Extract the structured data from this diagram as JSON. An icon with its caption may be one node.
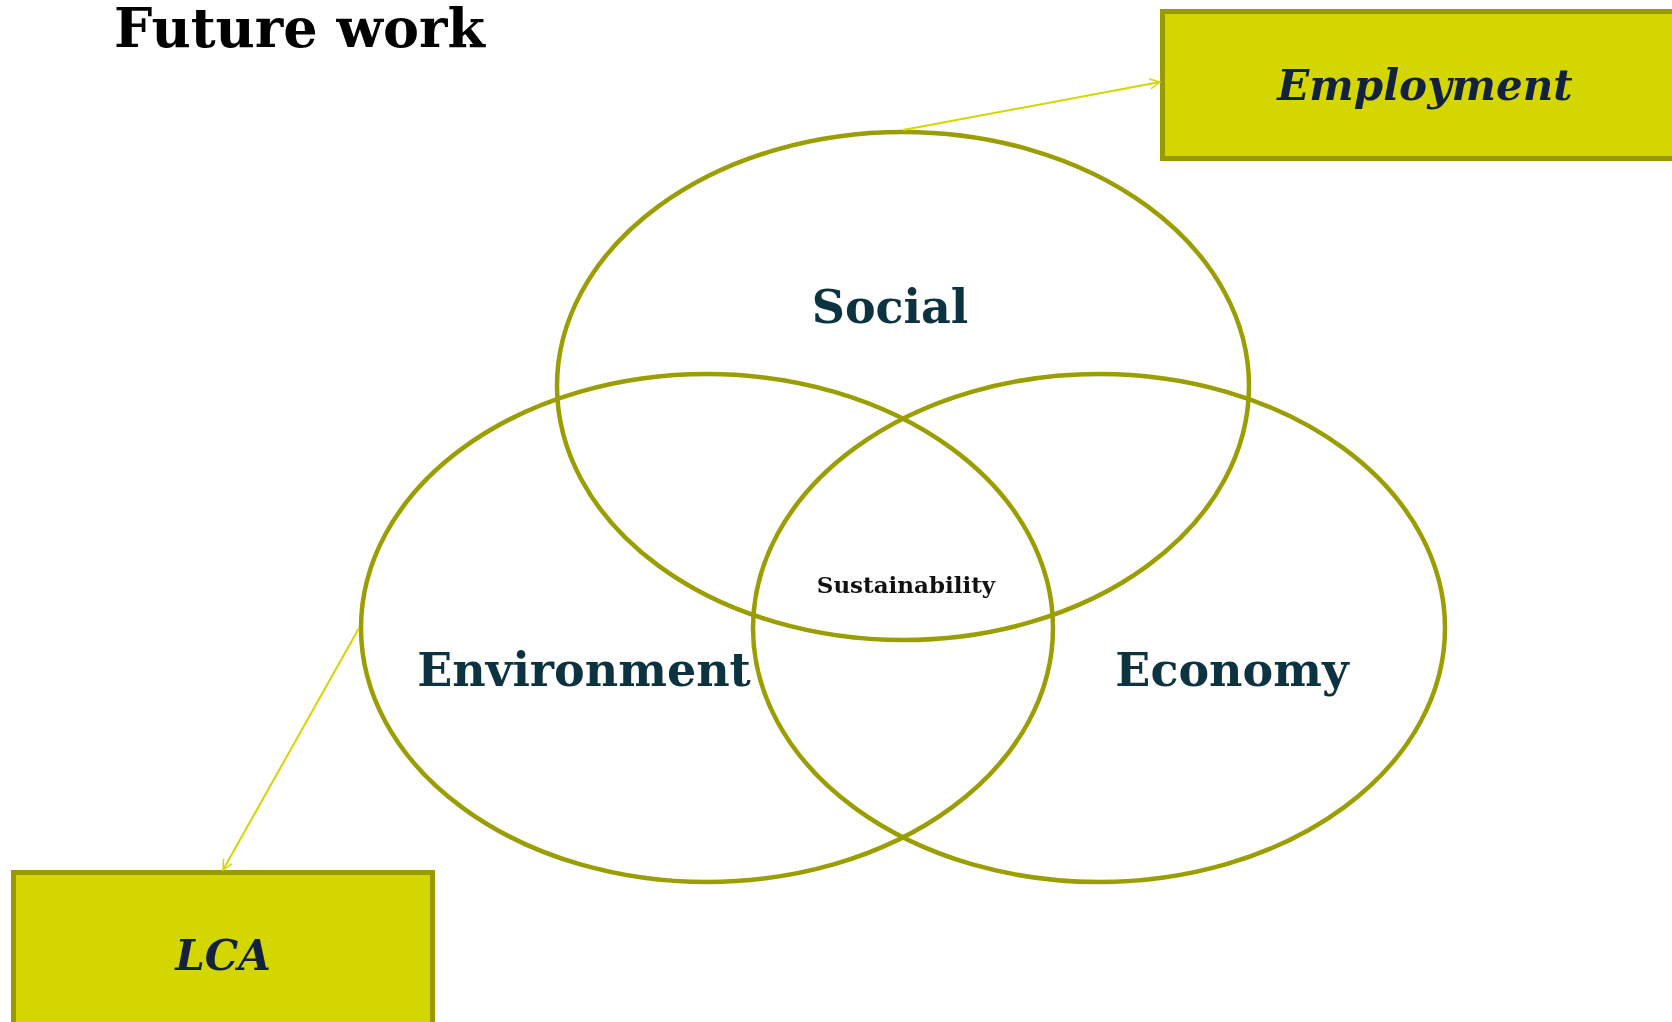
{
  "diagram": {
    "title": "Future work",
    "nodes": [
      {
        "text": [
          "Social"
        ]
      },
      {
        "text": [
          "Environment"
        ]
      },
      {
        "text": [
          "Economy"
        ]
      },
      {
        "text": [
          "Employment"
        ]
      },
      {
        "text": [
          "LCA"
        ]
      }
    ],
    "edges": [
      {
        "from": 0,
        "to": 3,
        "arrow": "to"
      },
      {
        "from": 1,
        "to": 4,
        "arrow": "to"
      }
    ],
    "labels": [
      "Sustainability"
    ]
  }
}
